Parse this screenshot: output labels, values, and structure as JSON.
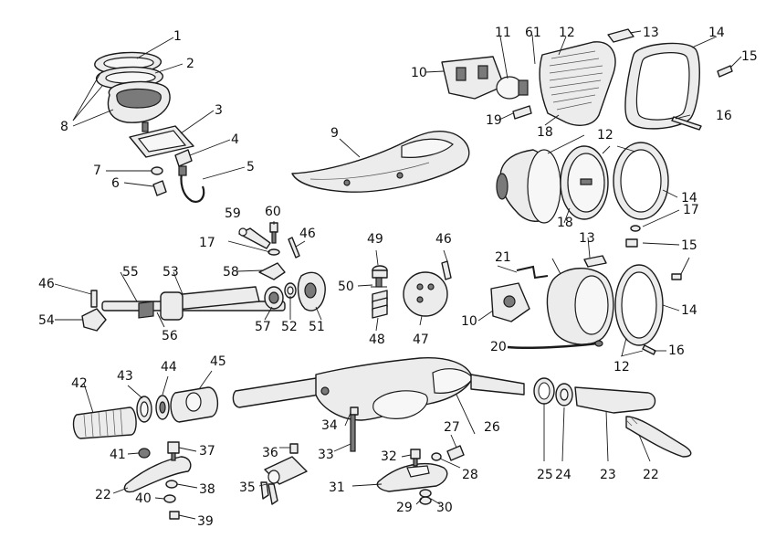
{
  "diagram": {
    "type": "exploded-parts-diagram",
    "callouts": [
      {
        "id": "c1",
        "text": "1"
      },
      {
        "id": "c2",
        "text": "2"
      },
      {
        "id": "c3",
        "text": "3"
      },
      {
        "id": "c4",
        "text": "4"
      },
      {
        "id": "c5",
        "text": "5"
      },
      {
        "id": "c6",
        "text": "6"
      },
      {
        "id": "c7",
        "text": "7"
      },
      {
        "id": "c8",
        "text": "8"
      },
      {
        "id": "c9",
        "text": "9"
      },
      {
        "id": "c10a",
        "text": "10"
      },
      {
        "id": "c11",
        "text": "11"
      },
      {
        "id": "c61",
        "text": "61"
      },
      {
        "id": "c12a",
        "text": "12"
      },
      {
        "id": "c13a",
        "text": "13"
      },
      {
        "id": "c14a",
        "text": "14"
      },
      {
        "id": "c15a",
        "text": "15"
      },
      {
        "id": "c16a",
        "text": "16"
      },
      {
        "id": "c18a",
        "text": "18"
      },
      {
        "id": "c19",
        "text": "19"
      },
      {
        "id": "c12b",
        "text": "12"
      },
      {
        "id": "c14b",
        "text": "14"
      },
      {
        "id": "c17a",
        "text": "17"
      },
      {
        "id": "c15b",
        "text": "15"
      },
      {
        "id": "c18b",
        "text": "18"
      },
      {
        "id": "c13b",
        "text": "13"
      },
      {
        "id": "c21",
        "text": "21"
      },
      {
        "id": "c10b",
        "text": "10"
      },
      {
        "id": "c14c",
        "text": "14"
      },
      {
        "id": "c20",
        "text": "20"
      },
      {
        "id": "c12c",
        "text": "12"
      },
      {
        "id": "c16b",
        "text": "16"
      },
      {
        "id": "c59",
        "text": "59"
      },
      {
        "id": "c60",
        "text": "60"
      },
      {
        "id": "c46a",
        "text": "46"
      },
      {
        "id": "c17b",
        "text": "17"
      },
      {
        "id": "c58",
        "text": "58"
      },
      {
        "id": "c46b",
        "text": "46"
      },
      {
        "id": "c55",
        "text": "55"
      },
      {
        "id": "c53",
        "text": "53"
      },
      {
        "id": "c54",
        "text": "54"
      },
      {
        "id": "c56",
        "text": "56"
      },
      {
        "id": "c57",
        "text": "57"
      },
      {
        "id": "c52",
        "text": "52"
      },
      {
        "id": "c51",
        "text": "51"
      },
      {
        "id": "c49",
        "text": "49"
      },
      {
        "id": "c46c",
        "text": "46"
      },
      {
        "id": "c50",
        "text": "50"
      },
      {
        "id": "c48",
        "text": "48"
      },
      {
        "id": "c47",
        "text": "47"
      },
      {
        "id": "c42",
        "text": "42"
      },
      {
        "id": "c43",
        "text": "43"
      },
      {
        "id": "c44",
        "text": "44"
      },
      {
        "id": "c45",
        "text": "45"
      },
      {
        "id": "c41",
        "text": "41"
      },
      {
        "id": "c37",
        "text": "37"
      },
      {
        "id": "c22a",
        "text": "22"
      },
      {
        "id": "c38",
        "text": "38"
      },
      {
        "id": "c40",
        "text": "40"
      },
      {
        "id": "c39",
        "text": "39"
      },
      {
        "id": "c36",
        "text": "36"
      },
      {
        "id": "c35",
        "text": "35"
      },
      {
        "id": "c34",
        "text": "34"
      },
      {
        "id": "c33",
        "text": "33"
      },
      {
        "id": "c32",
        "text": "32"
      },
      {
        "id": "c31",
        "text": "31"
      },
      {
        "id": "c29",
        "text": "29"
      },
      {
        "id": "c30",
        "text": "30"
      },
      {
        "id": "c27",
        "text": "27"
      },
      {
        "id": "c28",
        "text": "28"
      },
      {
        "id": "c26",
        "text": "26"
      },
      {
        "id": "c25",
        "text": "25"
      },
      {
        "id": "c24",
        "text": "24"
      },
      {
        "id": "c23",
        "text": "23"
      },
      {
        "id": "c22b",
        "text": "22"
      }
    ]
  }
}
